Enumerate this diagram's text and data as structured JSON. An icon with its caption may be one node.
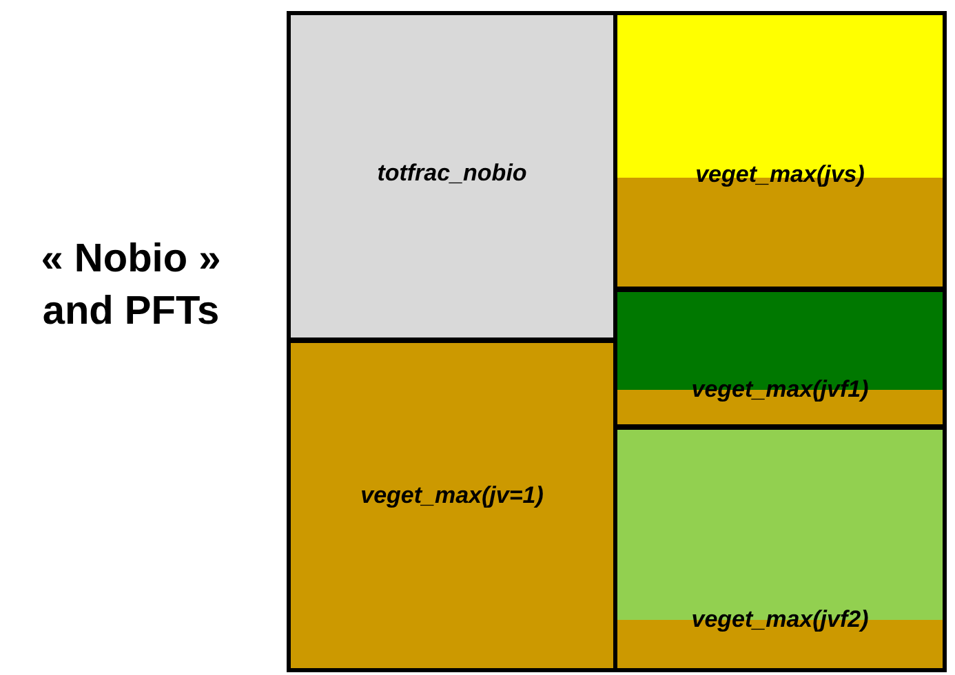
{
  "diagram": {
    "nodes": [
      {
        "text": [
          "totfrac_nobio"
        ]
      },
      {
        "text": [
          "veget_max(jv=1)"
        ]
      },
      {
        "text": [
          "veget_max(jvs)"
        ]
      },
      {
        "text": [
          "veget_max(jvf1)"
        ]
      },
      {
        "text": [
          "veget_max(jvf2)"
        ]
      }
    ],
    "labels": [
      "« Nobio » and PFTs"
    ]
  }
}
